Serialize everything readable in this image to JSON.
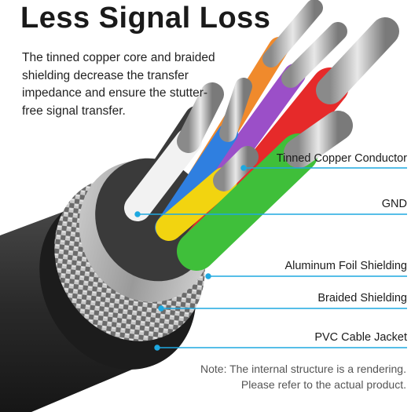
{
  "heading": "Less Signal Loss",
  "description": "The tinned copper core and braided shielding decrease the transfer impedance and ensure the stutter-free signal transfer.",
  "labels": {
    "conductor": "Tinned Copper Conductor",
    "gnd": "GND",
    "foil": "Aluminum Foil Shielding",
    "braid": "Braided Shielding",
    "jacket": "PVC Cable Jacket"
  },
  "note": {
    "line1": "Note: The internal structure is a rendering.",
    "line2": "Please refer to the actual product."
  },
  "colors": {
    "leader_line": "#1ea8e0",
    "jacket": "#2b2b2b",
    "wire_orange": "#f08a2c",
    "wire_purple": "#9b4fc8",
    "wire_red": "#e62a2a",
    "wire_blue": "#2f7fe0",
    "wire_yellow": "#f2d410",
    "wire_green": "#3fbf3a",
    "wire_white": "#f2f2f2",
    "wire_black": "#3a3a3a"
  }
}
